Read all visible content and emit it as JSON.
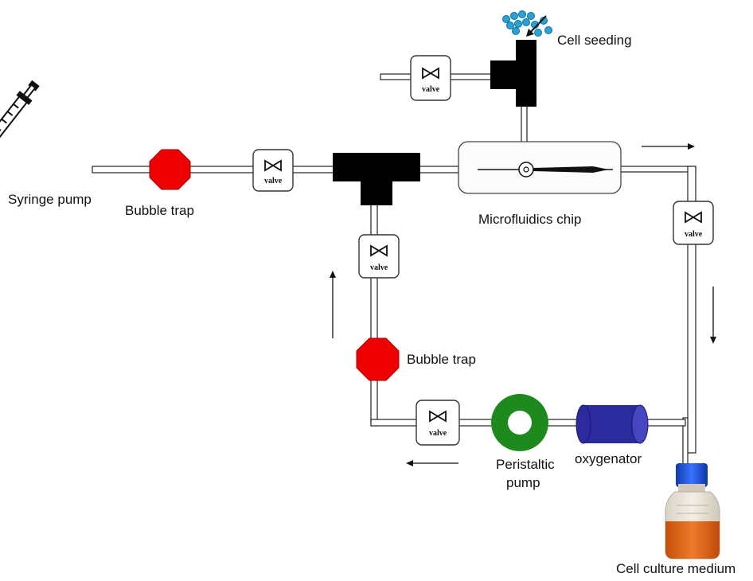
{
  "labels": {
    "syringe_pump": "Syringe pump",
    "bubble_trap_top": "Bubble trap",
    "microfluidics_chip": "Microfluidics chip",
    "cell_seeding": "Cell seeding",
    "bubble_trap_loop": "Bubble trap",
    "peristaltic_line1": "Peristaltic",
    "peristaltic_line2": "pump",
    "oxygenator": "oxygenator",
    "cell_culture_medium": "Cell culture medium"
  },
  "valve_text": "valve",
  "colors": {
    "bubble_trap": "#ee0000",
    "peristaltic_pump": "#1e8a1e",
    "oxygenator": "#2b2b9e",
    "bottle_cap": "#1a4fd6",
    "medium": "#e06a1a",
    "cells": "#29a3d6",
    "tubing": "#222222",
    "connector": "#000000"
  },
  "icons": [
    "syringe-icon",
    "valve-icon",
    "arrow-icon",
    "cell-cluster-icon",
    "bottle-icon"
  ]
}
